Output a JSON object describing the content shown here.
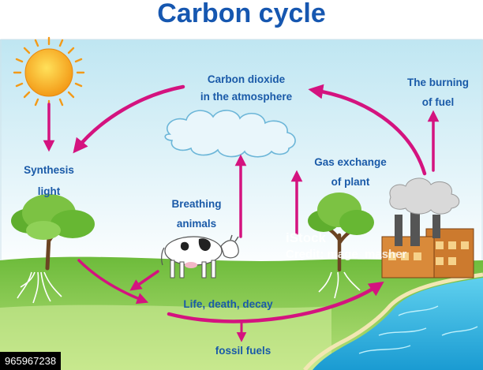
{
  "title": "Carbon cycle",
  "labels": {
    "co2_line1": "Carbon dioxide",
    "co2_line2": "in the atmosphere",
    "burning_line1": "The burning",
    "burning_line2": "of fuel",
    "synthesis_line1": "Synthesis",
    "synthesis_line2": "light",
    "gas_line1": "Gas exchange",
    "gas_line2": "of plant",
    "breathing_line1": "Breathing",
    "breathing_line2": "animals",
    "decay": "Life, death, decay",
    "fossil": "fossil fuels"
  },
  "watermark": {
    "brand": "iStock",
    "credit": "Credit: mage_masher"
  },
  "image_id": "965967238",
  "colors": {
    "arrow": "#d4137f",
    "label": "#1a5aa8",
    "title": "#1657b0",
    "sky": "#bfe6f2",
    "grass": "#7cc243",
    "water": "#2aa9d8",
    "sun": "#f7a21b"
  }
}
